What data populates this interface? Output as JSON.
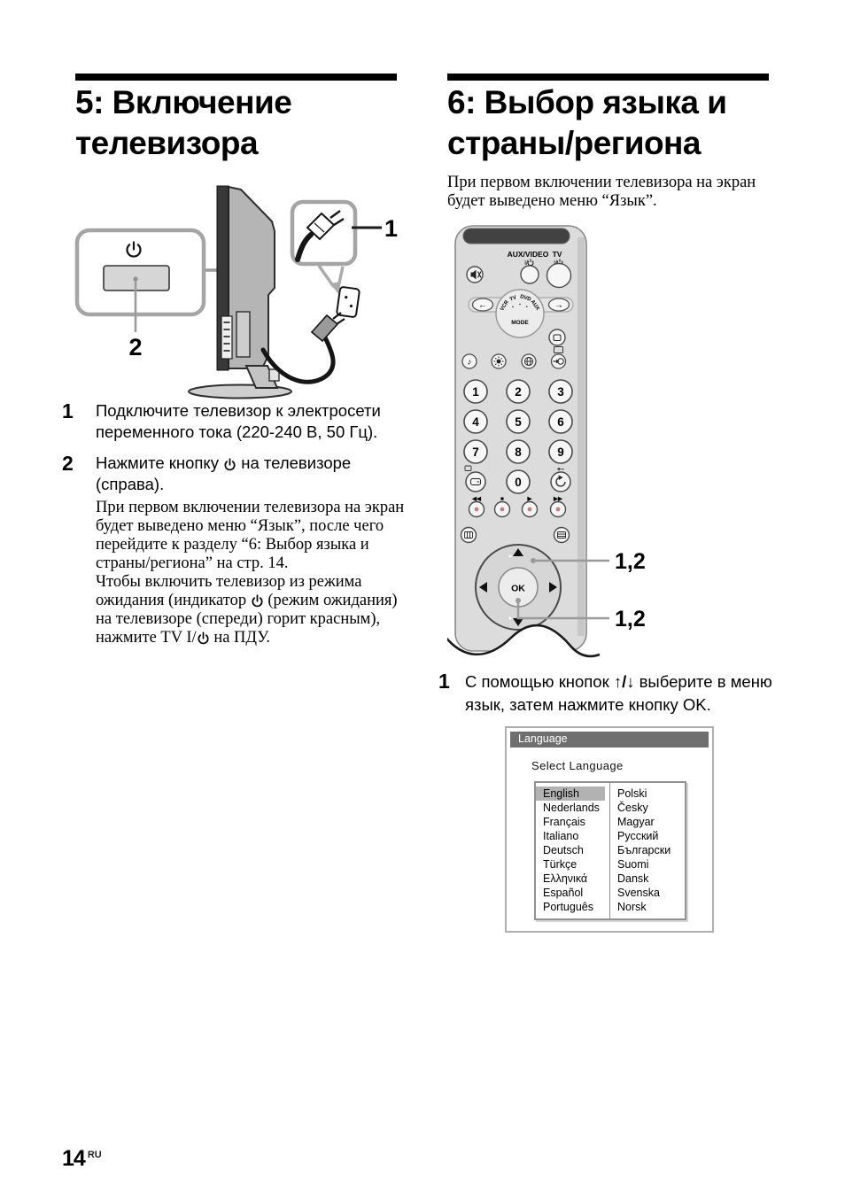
{
  "page": {
    "number": "14",
    "region": "RU"
  },
  "left_column": {
    "title_line1": "5: Включение",
    "title_line2": "телевизора",
    "figure": {
      "plug_callout_label": "1",
      "power_button_label": "2"
    },
    "step1_num": "1",
    "step1_text": "Подключите телевизор к электросети переменного тока (220-240 В, 50 Гц).",
    "step2_num": "2",
    "step2_pre": "Нажмите кнопку ",
    "step2_post": " на телевизоре (справа).",
    "note1": "При первом включении телевизора на экран будет выведено меню “Язык”, после чего перейдите к разделу “6: Выбор языка и страны/региона” на стр. 14.",
    "note2_pre": "Чтобы включить телевизор из режима ожидания (индикатор ",
    "note2_mid": " (режим ожидания) на телевизоре (спереди) горит красным), нажмите TV I/",
    "note2_post": " на ПДУ."
  },
  "right_column": {
    "title_line1": "6: Выбор языка и",
    "title_line2": "страны/региона",
    "intro": "При первом включении телевизора на экран будет выведено меню “Язык”.",
    "step1_num": "1",
    "step1_pre": "С помощью кнопок ",
    "step1_arrows": "↑/↓",
    "step1_post": " выберите в меню язык, затем нажмите кнопку OK."
  },
  "remote": {
    "aux_video_label": "AUX/VIDEO",
    "tv_label": "TV",
    "power_sub": "I/",
    "mode_label": "MODE",
    "mode_options": [
      "VCR",
      "TV",
      "DVD",
      "AUX"
    ],
    "digits": [
      "1",
      "2",
      "3",
      "4",
      "5",
      "6",
      "7",
      "8",
      "9",
      "0"
    ],
    "zero_row_plus": "+–",
    "transport": [
      "◀◀",
      "■",
      "▶",
      "▶▶"
    ],
    "ok_label": "OK",
    "callout_label_1": "1,2",
    "callout_label_2": "1,2"
  },
  "language_menu": {
    "title": "Language",
    "subtitle": "Select Language",
    "selected": "English",
    "left": [
      "English",
      "Nederlands",
      "Français",
      "Italiano",
      "Deutsch",
      "Türkçe",
      "Ελληνικά",
      "Español",
      "Português"
    ],
    "right": [
      "Polski",
      "Česky",
      "Magyar",
      "Русский",
      "Български",
      "Suomi",
      "Dansk",
      "Svenska",
      "Norsk"
    ]
  }
}
